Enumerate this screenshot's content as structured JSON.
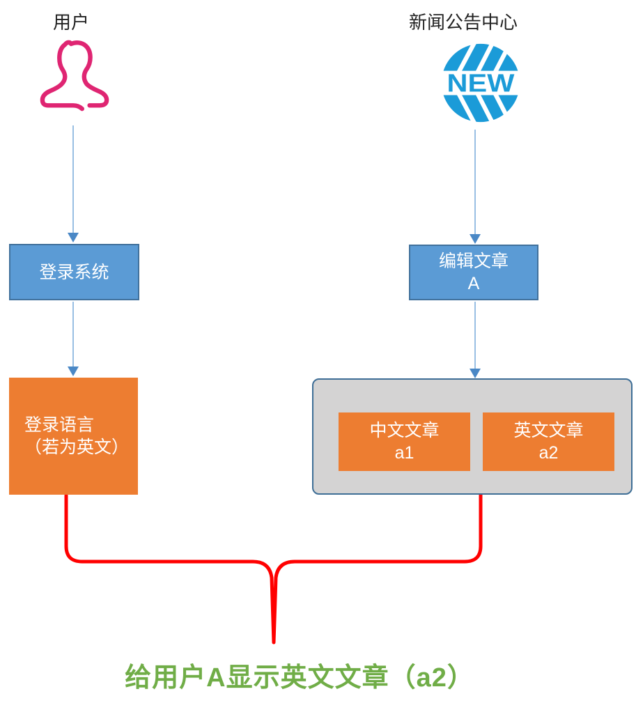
{
  "left_lane": {
    "label": "用户",
    "icon": "person-icon",
    "login_box": {
      "label": "登录系统"
    },
    "language_box": {
      "line1": "登录语言",
      "line2": "（若为英文）"
    }
  },
  "right_lane": {
    "label": "新闻公告中心",
    "icon": "globe-new-icon",
    "globe_text": "NEW",
    "edit_box": {
      "line1": "编辑文章",
      "line2": "A"
    },
    "articles_group": {
      "items": [
        {
          "line1": "中文文章",
          "line2": "a1"
        },
        {
          "line1": "英文文章",
          "line2": "a2"
        }
      ]
    }
  },
  "result": {
    "label": "给用户A显示英文文章（a2）"
  },
  "colors": {
    "process_blue": "#5B9BD5",
    "process_blue_border": "#41719C",
    "highlight_orange": "#ED7D31",
    "group_gray": "#D4D3D3",
    "group_border": "#3E6E96",
    "connector_blue": "#7FAFDC",
    "arrowhead_blue": "#4A88C6",
    "brace_red": "#FF0000",
    "result_green": "#70AD47",
    "user_icon_pink": "#DF2572",
    "news_icon_blue": "#1B9BD8",
    "label_dark": "#212121"
  }
}
